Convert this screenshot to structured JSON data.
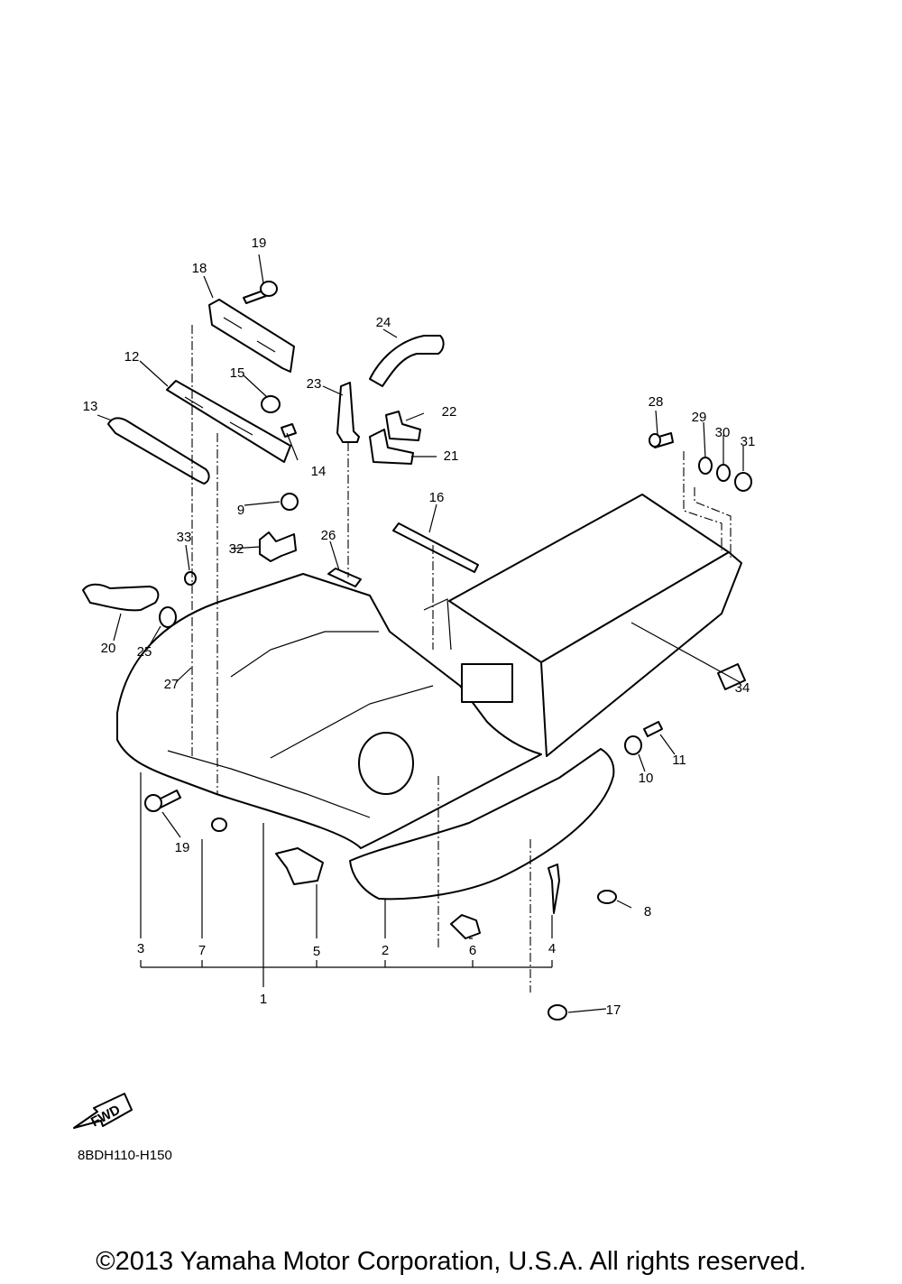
{
  "diagram_code": "8BDH110-H150",
  "copyright": "©2013 Yamaha Motor Corporation, U.S.A. All rights reserved.",
  "fwd_label": "FWD",
  "callouts": [
    {
      "id": "c19a",
      "text": "19"
    },
    {
      "id": "c18",
      "text": "18"
    },
    {
      "id": "c24",
      "text": "24"
    },
    {
      "id": "c12",
      "text": "12"
    },
    {
      "id": "c15",
      "text": "15"
    },
    {
      "id": "c23",
      "text": "23"
    },
    {
      "id": "c22",
      "text": "22"
    },
    {
      "id": "c13",
      "text": "13"
    },
    {
      "id": "c14",
      "text": "14"
    },
    {
      "id": "c21",
      "text": "21"
    },
    {
      "id": "c28",
      "text": "28"
    },
    {
      "id": "c29",
      "text": "29"
    },
    {
      "id": "c30",
      "text": "30"
    },
    {
      "id": "c31",
      "text": "31"
    },
    {
      "id": "c9",
      "text": "9"
    },
    {
      "id": "c16",
      "text": "16"
    },
    {
      "id": "c33",
      "text": "33"
    },
    {
      "id": "c32",
      "text": "32"
    },
    {
      "id": "c26",
      "text": "26"
    },
    {
      "id": "c20",
      "text": "20"
    },
    {
      "id": "c25",
      "text": "25"
    },
    {
      "id": "c27",
      "text": "27"
    },
    {
      "id": "c34",
      "text": "34"
    },
    {
      "id": "c11",
      "text": "11"
    },
    {
      "id": "c10",
      "text": "10"
    },
    {
      "id": "c19b",
      "text": "19"
    },
    {
      "id": "c8",
      "text": "8"
    },
    {
      "id": "c3",
      "text": "3"
    },
    {
      "id": "c7",
      "text": "7"
    },
    {
      "id": "c5",
      "text": "5"
    },
    {
      "id": "c2",
      "text": "2"
    },
    {
      "id": "c6",
      "text": "6"
    },
    {
      "id": "c4",
      "text": "4"
    },
    {
      "id": "c1",
      "text": "1"
    },
    {
      "id": "c17",
      "text": "17"
    }
  ]
}
